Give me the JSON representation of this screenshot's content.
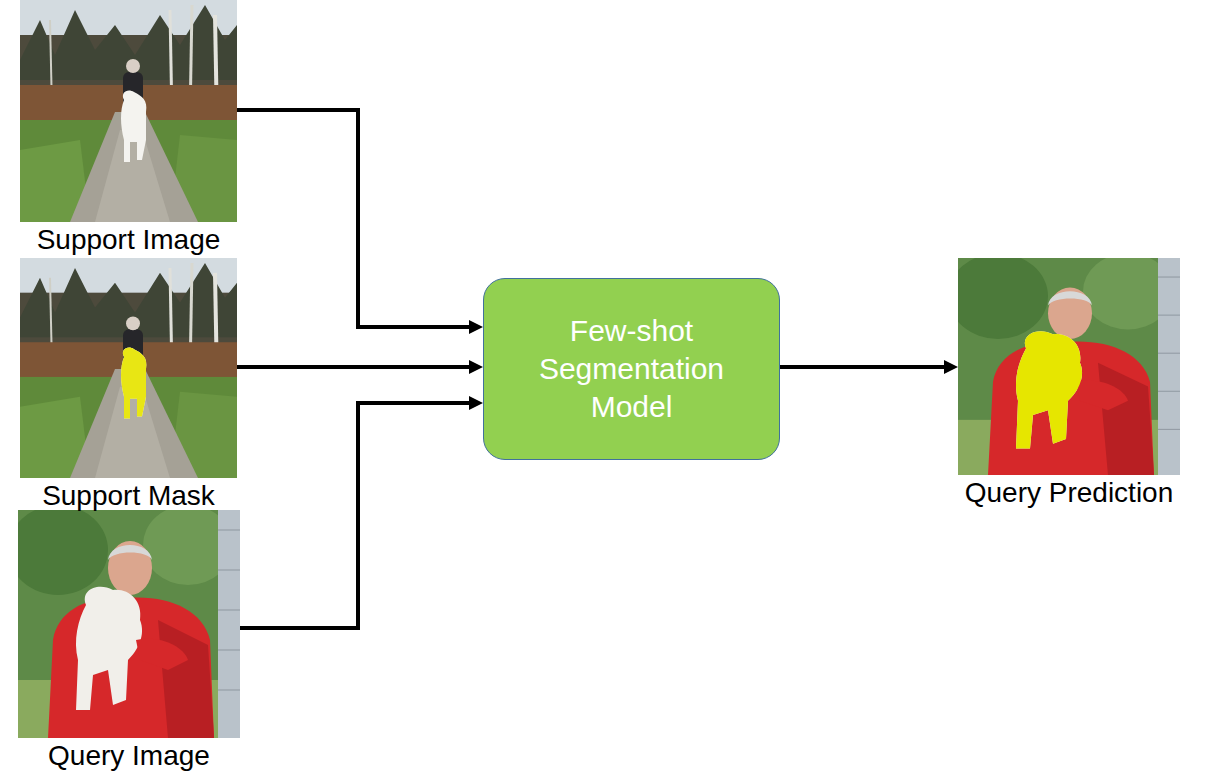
{
  "diagram": {
    "nodes": [
      {
        "text": [
          "Support Image"
        ]
      },
      {
        "text": [
          "Support Mask"
        ]
      },
      {
        "text": [
          "Query Image"
        ]
      },
      {
        "text": [
          "Few-shot Segmentation Model"
        ]
      },
      {
        "text": [
          "Query Prediction"
        ]
      }
    ],
    "edges": [
      {
        "from": 0,
        "to": 3,
        "arrow": "to"
      },
      {
        "from": 1,
        "to": 3,
        "arrow": "to"
      },
      {
        "from": 2,
        "to": 3,
        "arrow": "to"
      },
      {
        "from": 3,
        "to": 4,
        "arrow": "to"
      }
    ]
  }
}
